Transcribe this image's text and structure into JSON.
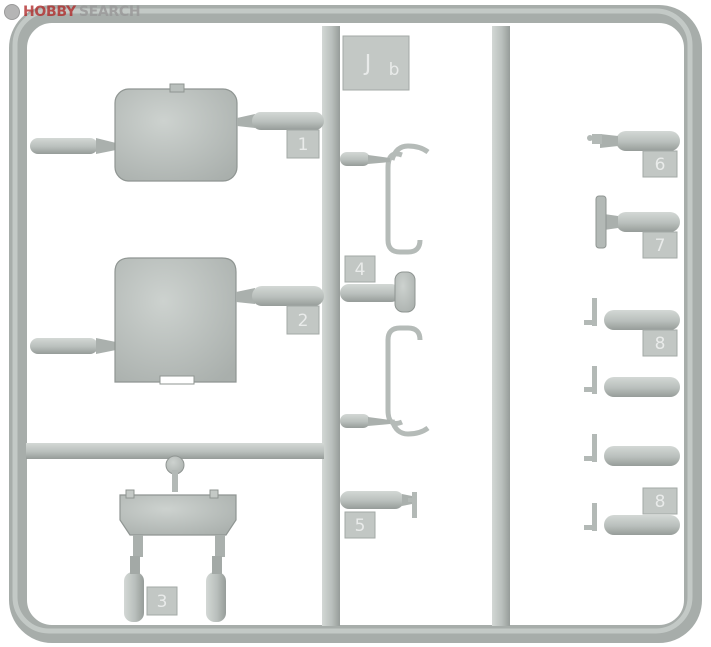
{
  "watermark": {
    "brand_hobby": "HOBBY",
    "brand_search": "SEARCH"
  },
  "sprue": {
    "code_main": "J",
    "code_sub": "b",
    "part_numbers": [
      "1",
      "2",
      "3",
      "4",
      "5",
      "6",
      "7",
      "8",
      "8"
    ]
  },
  "colors": {
    "plastic": "#b9bfbc",
    "plastic_shadow": "#8f9592",
    "plastic_light": "#d6dad8",
    "background": "#ffffff"
  }
}
